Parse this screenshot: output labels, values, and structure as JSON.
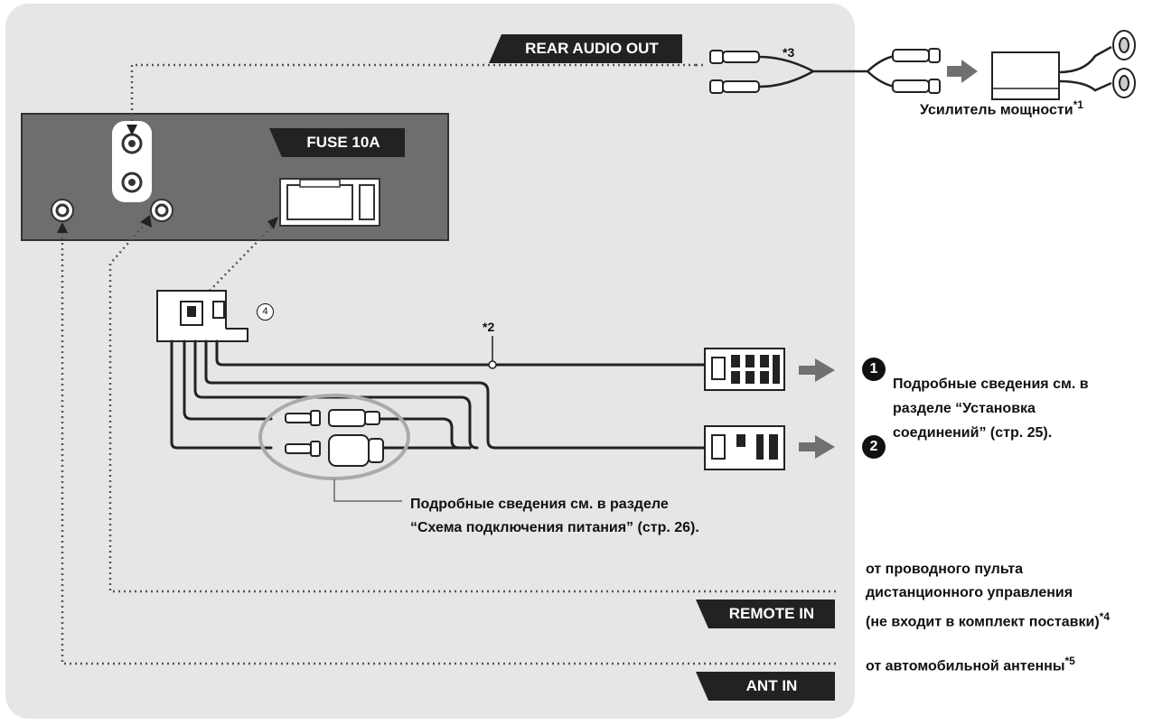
{
  "tags": {
    "rear_audio_out": "REAR AUDIO OUT",
    "fuse": "FUSE 10A",
    "remote_in": "REMOTE IN",
    "ant_in": "ANT IN"
  },
  "markers": {
    "note1": "*1",
    "note2": "*2",
    "note3": "*3",
    "note4": "*4",
    "note5": "*5",
    "connector_ref": "4",
    "output1": "1",
    "output2": "2"
  },
  "labels": {
    "amplifier": "Усилитель мощности",
    "connections_ref_line1": "Подробные сведения см. в",
    "connections_ref_line2": "разделе “Установка",
    "connections_ref_line3": "соединений” (стр. 25).",
    "power_ref_line1": "Подробные сведения см. в разделе",
    "power_ref_line2": "“Схема подключения питания” (стр. 26).",
    "remote_line1": "от проводного пульта",
    "remote_line2": "дистанционного управления",
    "remote_line3": "(не входит в комплект поставки)",
    "antenna": "от автомобильной антенны"
  },
  "colors": {
    "panel": "#e6e6e6",
    "unit": "#6e6e6e",
    "wire": "#222222",
    "arrow": "#707070",
    "tag": "#222222"
  }
}
